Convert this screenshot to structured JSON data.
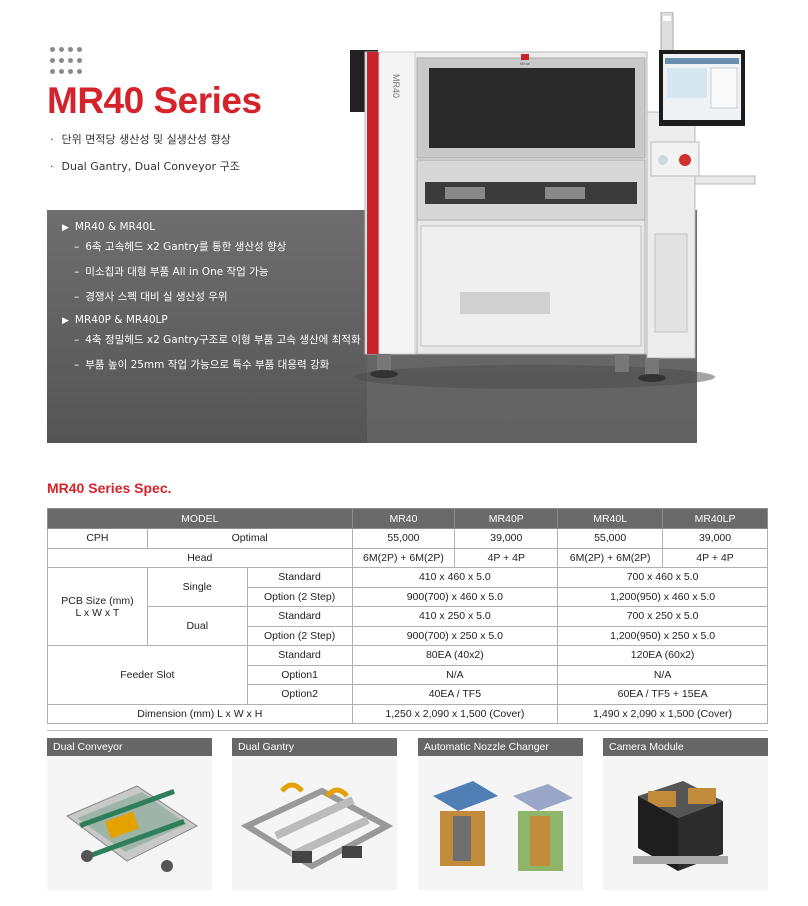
{
  "header": {
    "title": "MR40 Series",
    "bullets": [
      "단위 면적당 생산성 및 실생산성 향상",
      "Dual Gantry, Dual Conveyor 구조"
    ]
  },
  "features": {
    "group1": {
      "heading": "MR40 & MR40L",
      "items": [
        "6축 고속헤드 x2 Gantry를 통한 생산성 향상",
        "미소칩과 대형 부품  All in One 작업 가능",
        "경쟁사 스펙 대비 실 생산성 우위"
      ]
    },
    "group2": {
      "heading": "MR40P & MR40LP",
      "items": [
        "4축 정밀헤드 x2 Gantry구조로 이형 부품 고속 생산에 최적화",
        "부품 높이 25mm 작업 가능으로 특수 부품 대응력 강화"
      ]
    }
  },
  "machine": {
    "side_label": "MR40",
    "brand": "Mirae"
  },
  "spec": {
    "title": "MR40 Series Spec.",
    "columns": [
      "MODEL",
      "MR40",
      "MR40P",
      "MR40L",
      "MR40LP"
    ],
    "cph": {
      "label": "CPH",
      "sub": "Optimal",
      "values": [
        "55,000",
        "39,000",
        "55,000",
        "39,000"
      ]
    },
    "head": {
      "label": "Head",
      "values": [
        "6M(2P) + 6M(2P)",
        "4P + 4P",
        "6M(2P) + 6M(2P)",
        "4P + 4P"
      ]
    },
    "pcb": {
      "label_line1": "PCB Size (mm)",
      "label_line2": "L x W x T",
      "single": "Single",
      "dual": "Dual",
      "standard": "Standard",
      "option": "Option (2 Step)",
      "single_standard": [
        "410 x 460 x 5.0",
        "700 x 460 x 5.0"
      ],
      "single_option": [
        "900(700) x 460 x 5.0",
        "1,200(950) x 460 x 5.0"
      ],
      "dual_standard": [
        "410 x 250 x 5.0",
        "700 x 250 x 5.0"
      ],
      "dual_option": [
        "900(700) x 250 x 5.0",
        "1,200(950) x 250 x 5.0"
      ]
    },
    "feeder": {
      "label": "Feeder Slot",
      "standard": "Standard",
      "option1": "Option1",
      "option2": "Option2",
      "standard_values": [
        "80EA (40x2)",
        "120EA (60x2)"
      ],
      "option1_values": [
        "N/A",
        "N/A"
      ],
      "option2_values": [
        "40EA / TF5",
        "60EA  / TF5 + 15EA"
      ]
    },
    "dimension": {
      "label": "Dimension (mm) L x W x H",
      "values": [
        "1,250 x 2,090 x 1,500 (Cover)",
        "1,490 x 2,090 x 1,500 (Cover)"
      ]
    }
  },
  "modules": [
    {
      "title": "Dual Conveyor"
    },
    {
      "title": "Dual Gantry"
    },
    {
      "title": "Automatic Nozzle Changer"
    },
    {
      "title": "Camera Module"
    }
  ],
  "colors": {
    "accent": "#d5232b",
    "panel": "#666666",
    "table_header": "#6a6a6a"
  }
}
